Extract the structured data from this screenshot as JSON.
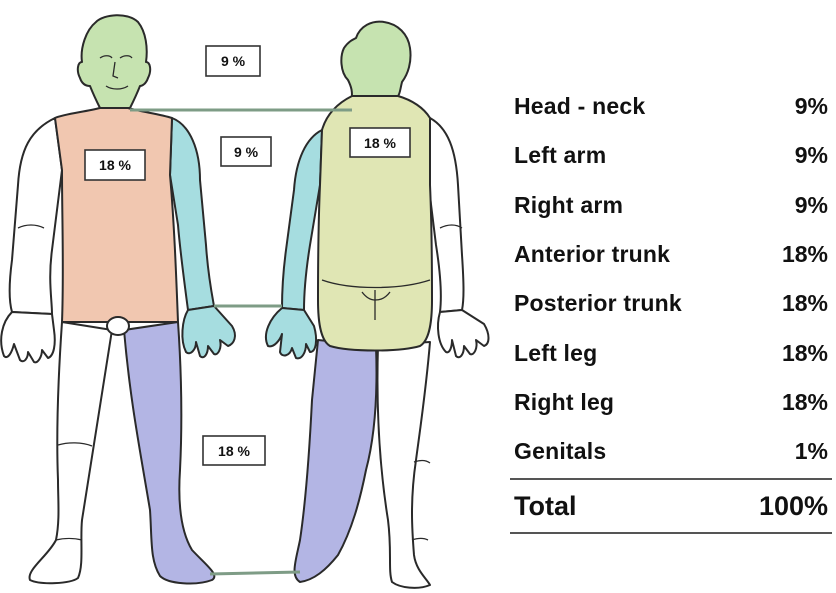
{
  "figure_labels": {
    "head_front": "9 %",
    "arm_front": "9 %",
    "trunk_front": "18 %",
    "trunk_back": "18 %",
    "leg": "18 %"
  },
  "colors": {
    "head_neck": "#c6e3b0",
    "arm": "#a6dde0",
    "anterior_trunk": "#f1c7b0",
    "posterior_trunk": "#e0e6b4",
    "leg": "#b3b5e4",
    "connector": "#7e9c86"
  },
  "legend": {
    "rows": [
      {
        "name": "Head - neck",
        "value": "9%"
      },
      {
        "name": "Left arm",
        "value": "9%"
      },
      {
        "name": "Right arm",
        "value": "9%"
      },
      {
        "name": "Anterior trunk",
        "value": "18%"
      },
      {
        "name": "Posterior trunk",
        "value": "18%"
      },
      {
        "name": "Left leg",
        "value": "18%"
      },
      {
        "name": "Right leg",
        "value": "18%"
      },
      {
        "name": "Genitals",
        "value": "1%"
      }
    ],
    "total": {
      "name": "Total",
      "value": "100%"
    }
  }
}
